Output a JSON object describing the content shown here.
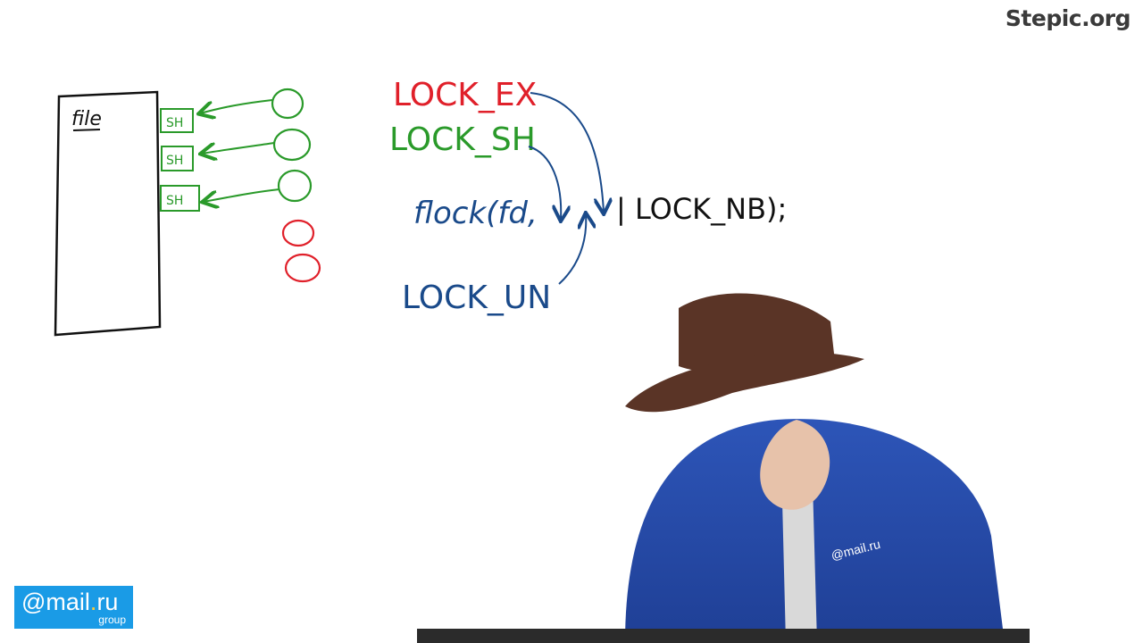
{
  "watermark": "Stepic.org",
  "whiteboard": {
    "file_label": "file",
    "lock_labels": [
      "SH",
      "SH",
      "SH"
    ],
    "lock_ex": "LOCK_EX",
    "lock_sh": "LOCK_SH",
    "lock_un": "LOCK_UN",
    "flock_call": "flock(fd,",
    "lock_nb": "| LOCK_NB);"
  },
  "logo": {
    "name_prefix": "@mail",
    "name_dot": ".",
    "name_suffix": "ru",
    "sub": "group"
  },
  "sweater_logo": "@mail.ru",
  "colors": {
    "red": "#e0202a",
    "green": "#2a9a2a",
    "blue": "#1a4a8a",
    "black": "#111111",
    "logo_bg": "#1a9be6"
  }
}
